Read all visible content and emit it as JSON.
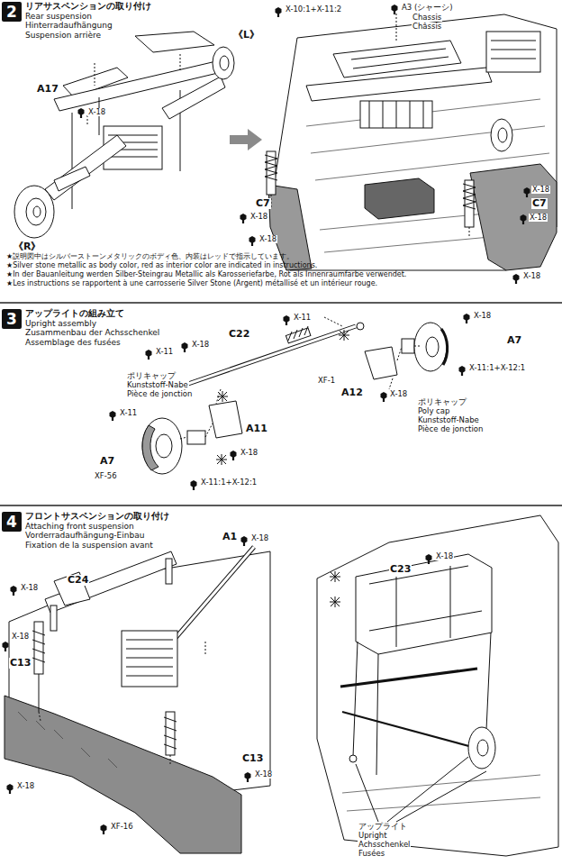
{
  "diagram": {
    "nodes": [
      {
        "text": [
          "2",
          "リアサスペンションの取り付け",
          "Rear suspension",
          "Hinterradaufhängung",
          "Suspension arrière"
        ]
      },
      {
        "text": [
          "3",
          "アップライトの組み立て",
          "Upright assembly",
          "Zusammenbau der Achsschenkel",
          "Assemblage des fusées"
        ]
      },
      {
        "text": [
          "4",
          "フロントサスペンションの取り付け",
          "Attaching front suspension",
          "Vorderradaufhängung-Einbau",
          "Fixation de la suspension avant"
        ]
      }
    ],
    "labels": [
      "A17",
      "X-18",
      "《L》",
      "《R》",
      "X-10:1+X-11:2",
      "A3 (シャーシ)",
      "Chassis",
      "Châssis",
      "X-18",
      "C7",
      "X-18",
      "X-18",
      "C7",
      "X-18",
      "X-18",
      "★説明図中はシルバーストーンメタリックのボディ色、内装はレッドで指示しています。",
      "★Silver stone metallic as body color, red as interior color are indicated in instructions.",
      "★In der Bauanleitung werden Silber-Steingrau Metallic als Karosseriefarbe, Rot als Innenraumfarbe verwendet.",
      "★Les instructions se rapportent à une carrosserie Silver Stone (Argent) métallisé et un intérieur rouge.",
      "X-11",
      "X-18",
      "C22",
      "X-18",
      "X-11",
      "A7",
      "X-11:1+X-12:1",
      "XF-1",
      "A12",
      "X-18",
      "ポリキャップ",
      "Poly cap",
      "Kunststoff-Nabe",
      "Pièce de jonction",
      "ポリキャップ",
      "Kunststoff-Nabe",
      "Pièce de jonction",
      "X-11",
      "A11",
      "X-18",
      "A7",
      "XF-56",
      "X-11:1+X-12:1",
      "A1",
      "X-18",
      "C24",
      "X-18",
      "X-18",
      "C13",
      "C13",
      "X-18",
      "X-18",
      "XF-16",
      "C23",
      "X-18",
      "アップライト",
      "Upright",
      "Achsschenkel",
      "Fusées"
    ]
  }
}
